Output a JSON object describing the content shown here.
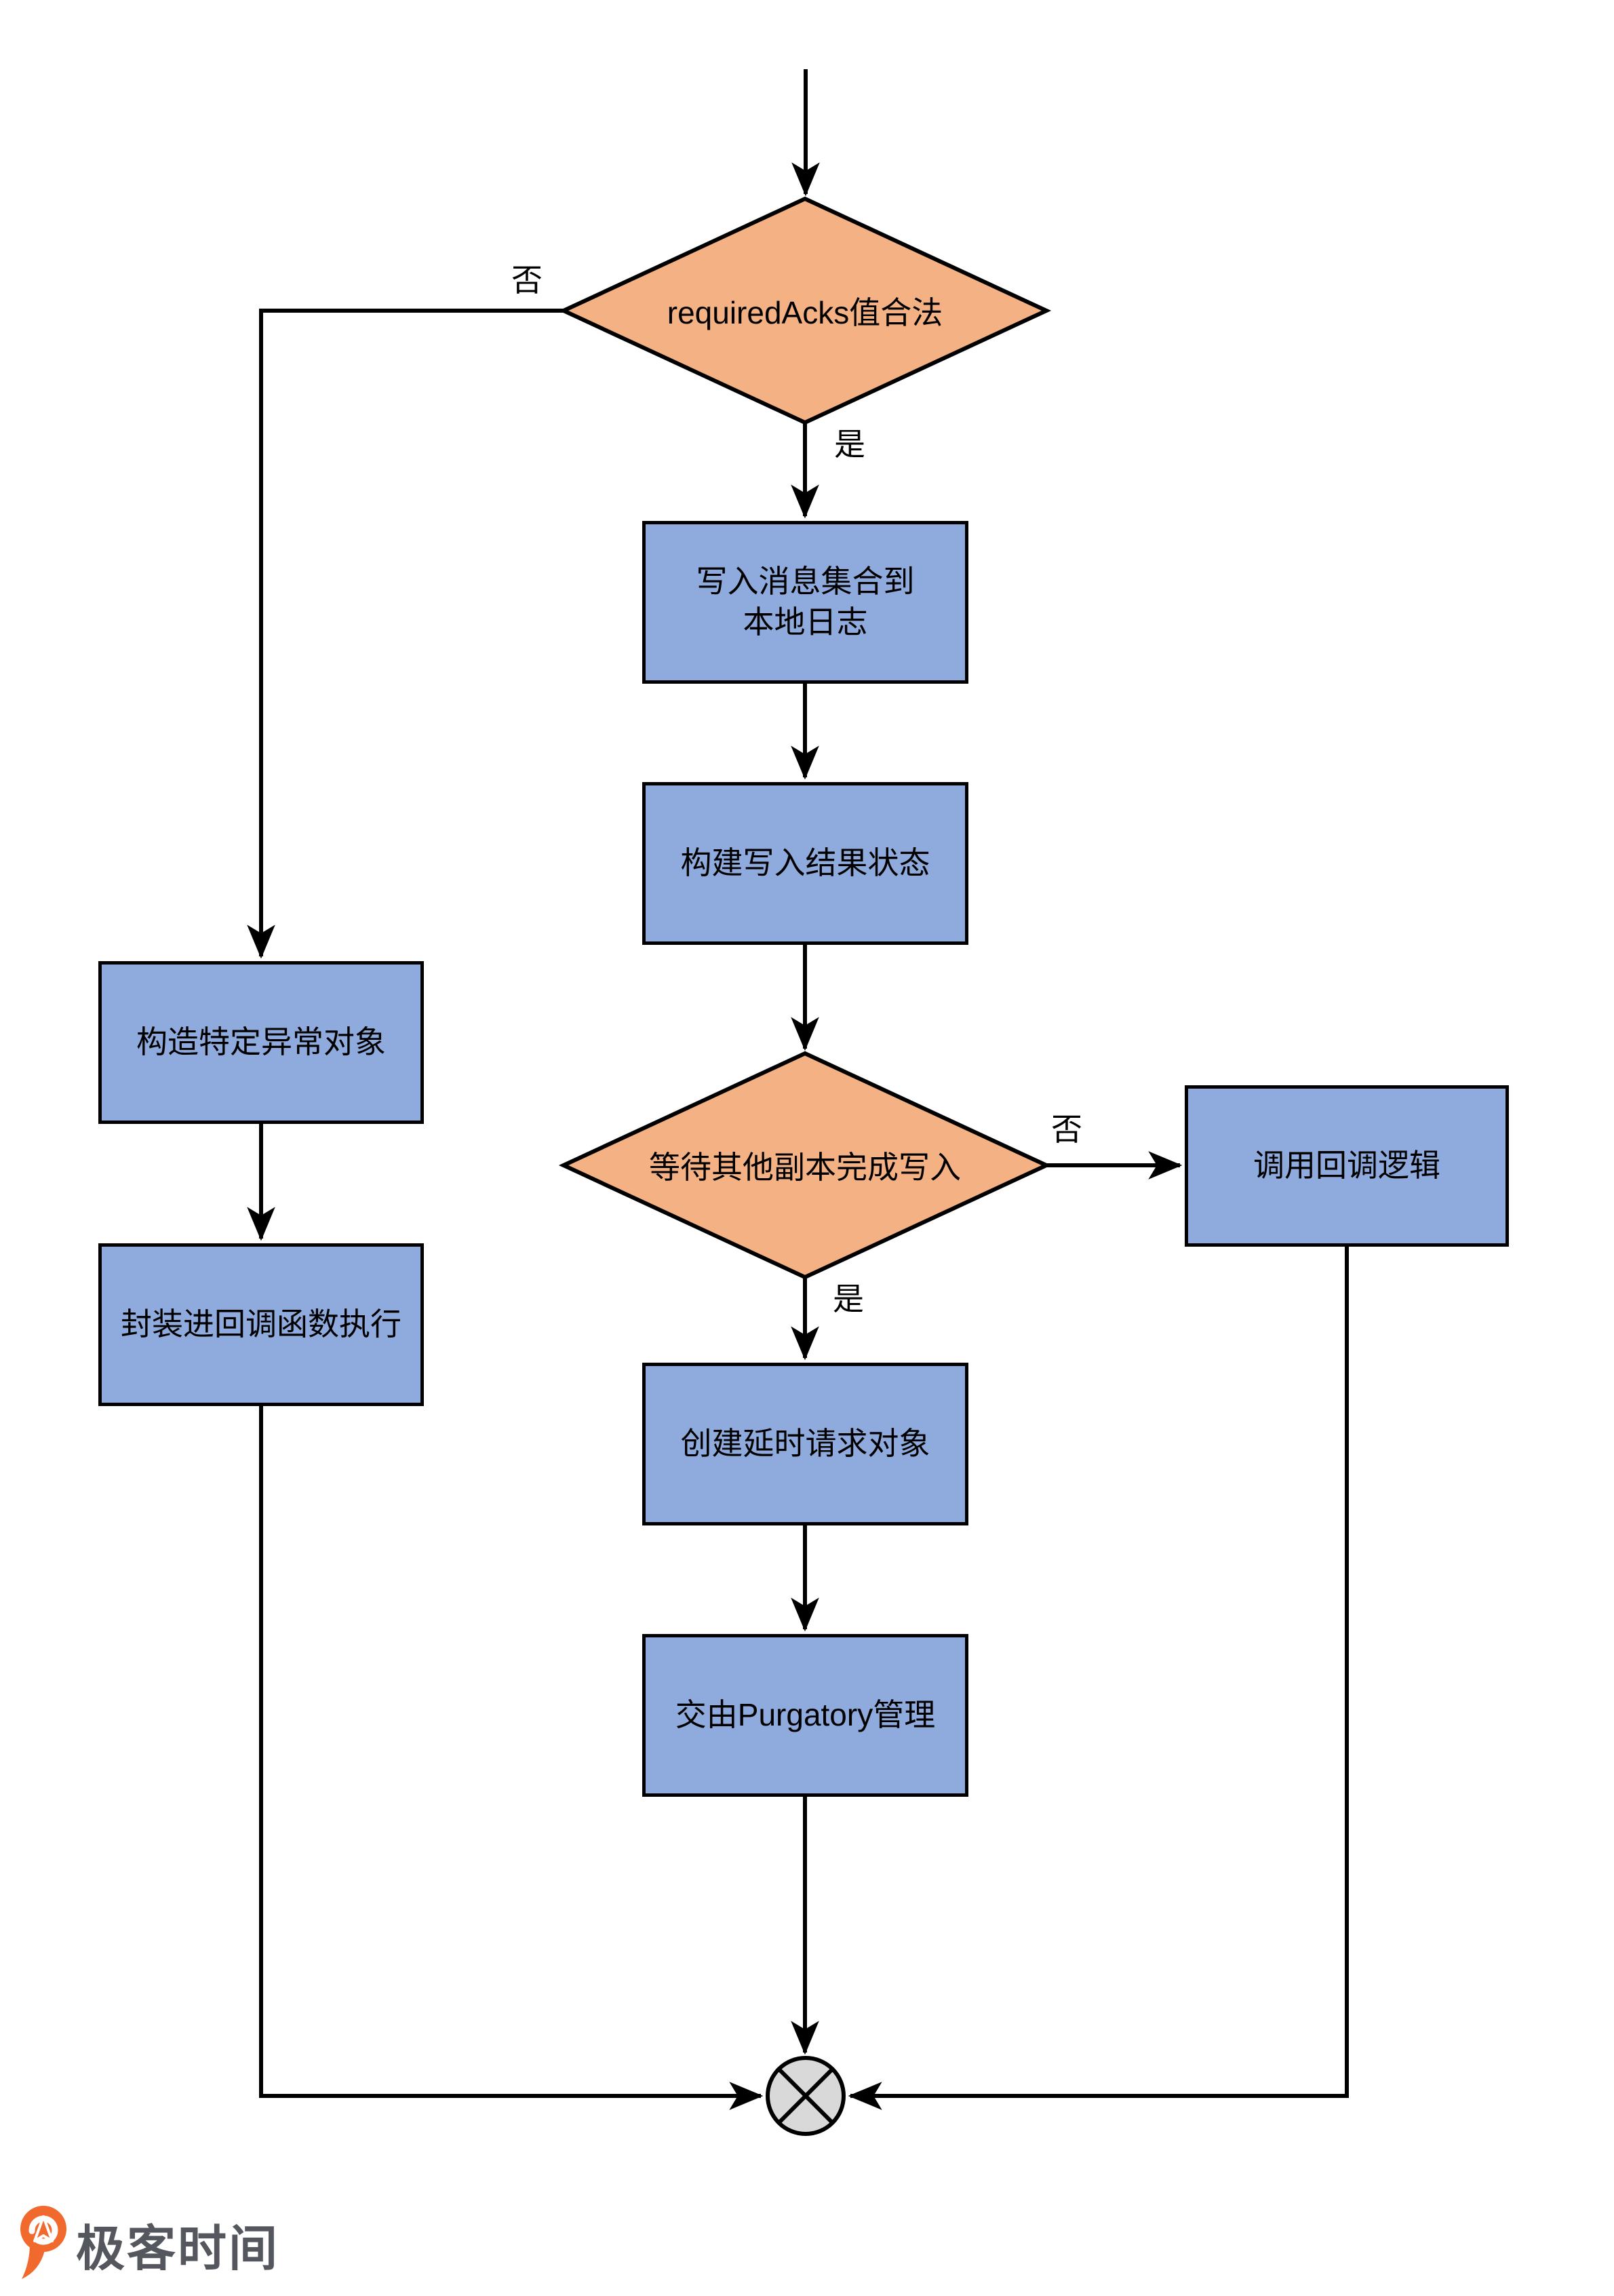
{
  "page": {
    "background": "#ffffff"
  },
  "colors": {
    "process_fill": "#8FAADC",
    "decision_fill": "#F4B183",
    "line_stroke": "#000000",
    "end_node_fill": "#D9D9D9",
    "logo_orange": "#F2692D",
    "logo_text_color": "#54575D"
  },
  "nodes": {
    "decision_required_acks": {
      "label": "requiredAcks值合法"
    },
    "process_write_local_log": {
      "label": "写入消息集合到\n本地日志"
    },
    "process_build_result": {
      "label": "构建写入结果状态"
    },
    "decision_wait_replicas": {
      "label": "等待其他副本完成写入"
    },
    "process_build_exception": {
      "label": "构造特定异常对象"
    },
    "process_wrap_callback": {
      "label": "封装进回调函数执行"
    },
    "process_invoke_callback": {
      "label": "调用回调逻辑"
    },
    "process_create_delayed": {
      "label": "创建延时请求对象"
    },
    "process_purgatory": {
      "label": "交由Purgatory管理"
    }
  },
  "edge_labels": {
    "d1_no": "否",
    "d1_yes": "是",
    "d2_no": "否",
    "d2_yes": "是"
  },
  "logo": {
    "text": "极客时间"
  }
}
